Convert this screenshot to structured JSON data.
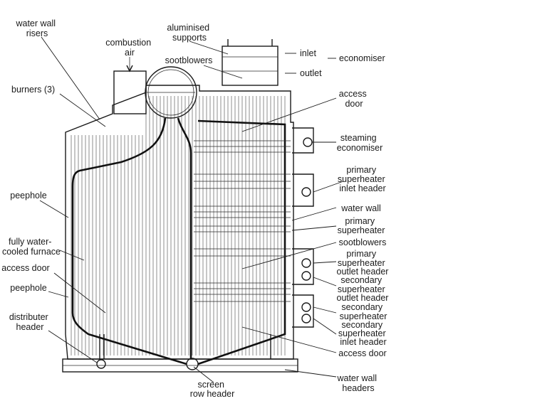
{
  "diagram": {
    "labels": {
      "water_wall_risers": [
        "water wall",
        "risers"
      ],
      "combustion_air": [
        "combustion",
        "air"
      ],
      "aluminised_supports": [
        "aluminised",
        "supports"
      ],
      "sootblowers_top": "sootblowers",
      "inlet": "inlet",
      "economiser": "economiser",
      "outlet": "outlet",
      "burners": "burners (3)",
      "access_door_top": [
        "access",
        "door"
      ],
      "steaming_economiser": [
        "steaming",
        "economiser"
      ],
      "primary_superheater_inlet_header": [
        "primary",
        "superheater",
        "inlet header"
      ],
      "peephole_upper": "peephole",
      "water_wall": "water wall",
      "primary_superheater": [
        "primary",
        "superheater"
      ],
      "fully_water_cooled_furnace": [
        "fully water-",
        "cooled furnace"
      ],
      "sootblowers_side": "sootblowers",
      "primary_superheater_outlet_header": [
        "primary",
        "superheater",
        "outlet header"
      ],
      "access_door_left": "access door",
      "secondary_superheater_outlet_header": [
        "secondary",
        "superheater",
        "outlet header"
      ],
      "peephole_lower": "peephole",
      "secondary_superheater": [
        "secondary",
        "superheater"
      ],
      "distributer_header": [
        "distributer",
        "header"
      ],
      "secondary_superheater_inlet_header": [
        "secondary",
        "superheater",
        "inlet header"
      ],
      "access_door_bottom": "access door",
      "screen_row_header": [
        "screen",
        "row header"
      ],
      "water_wall_headers": [
        "water wall",
        "headers"
      ]
    }
  }
}
